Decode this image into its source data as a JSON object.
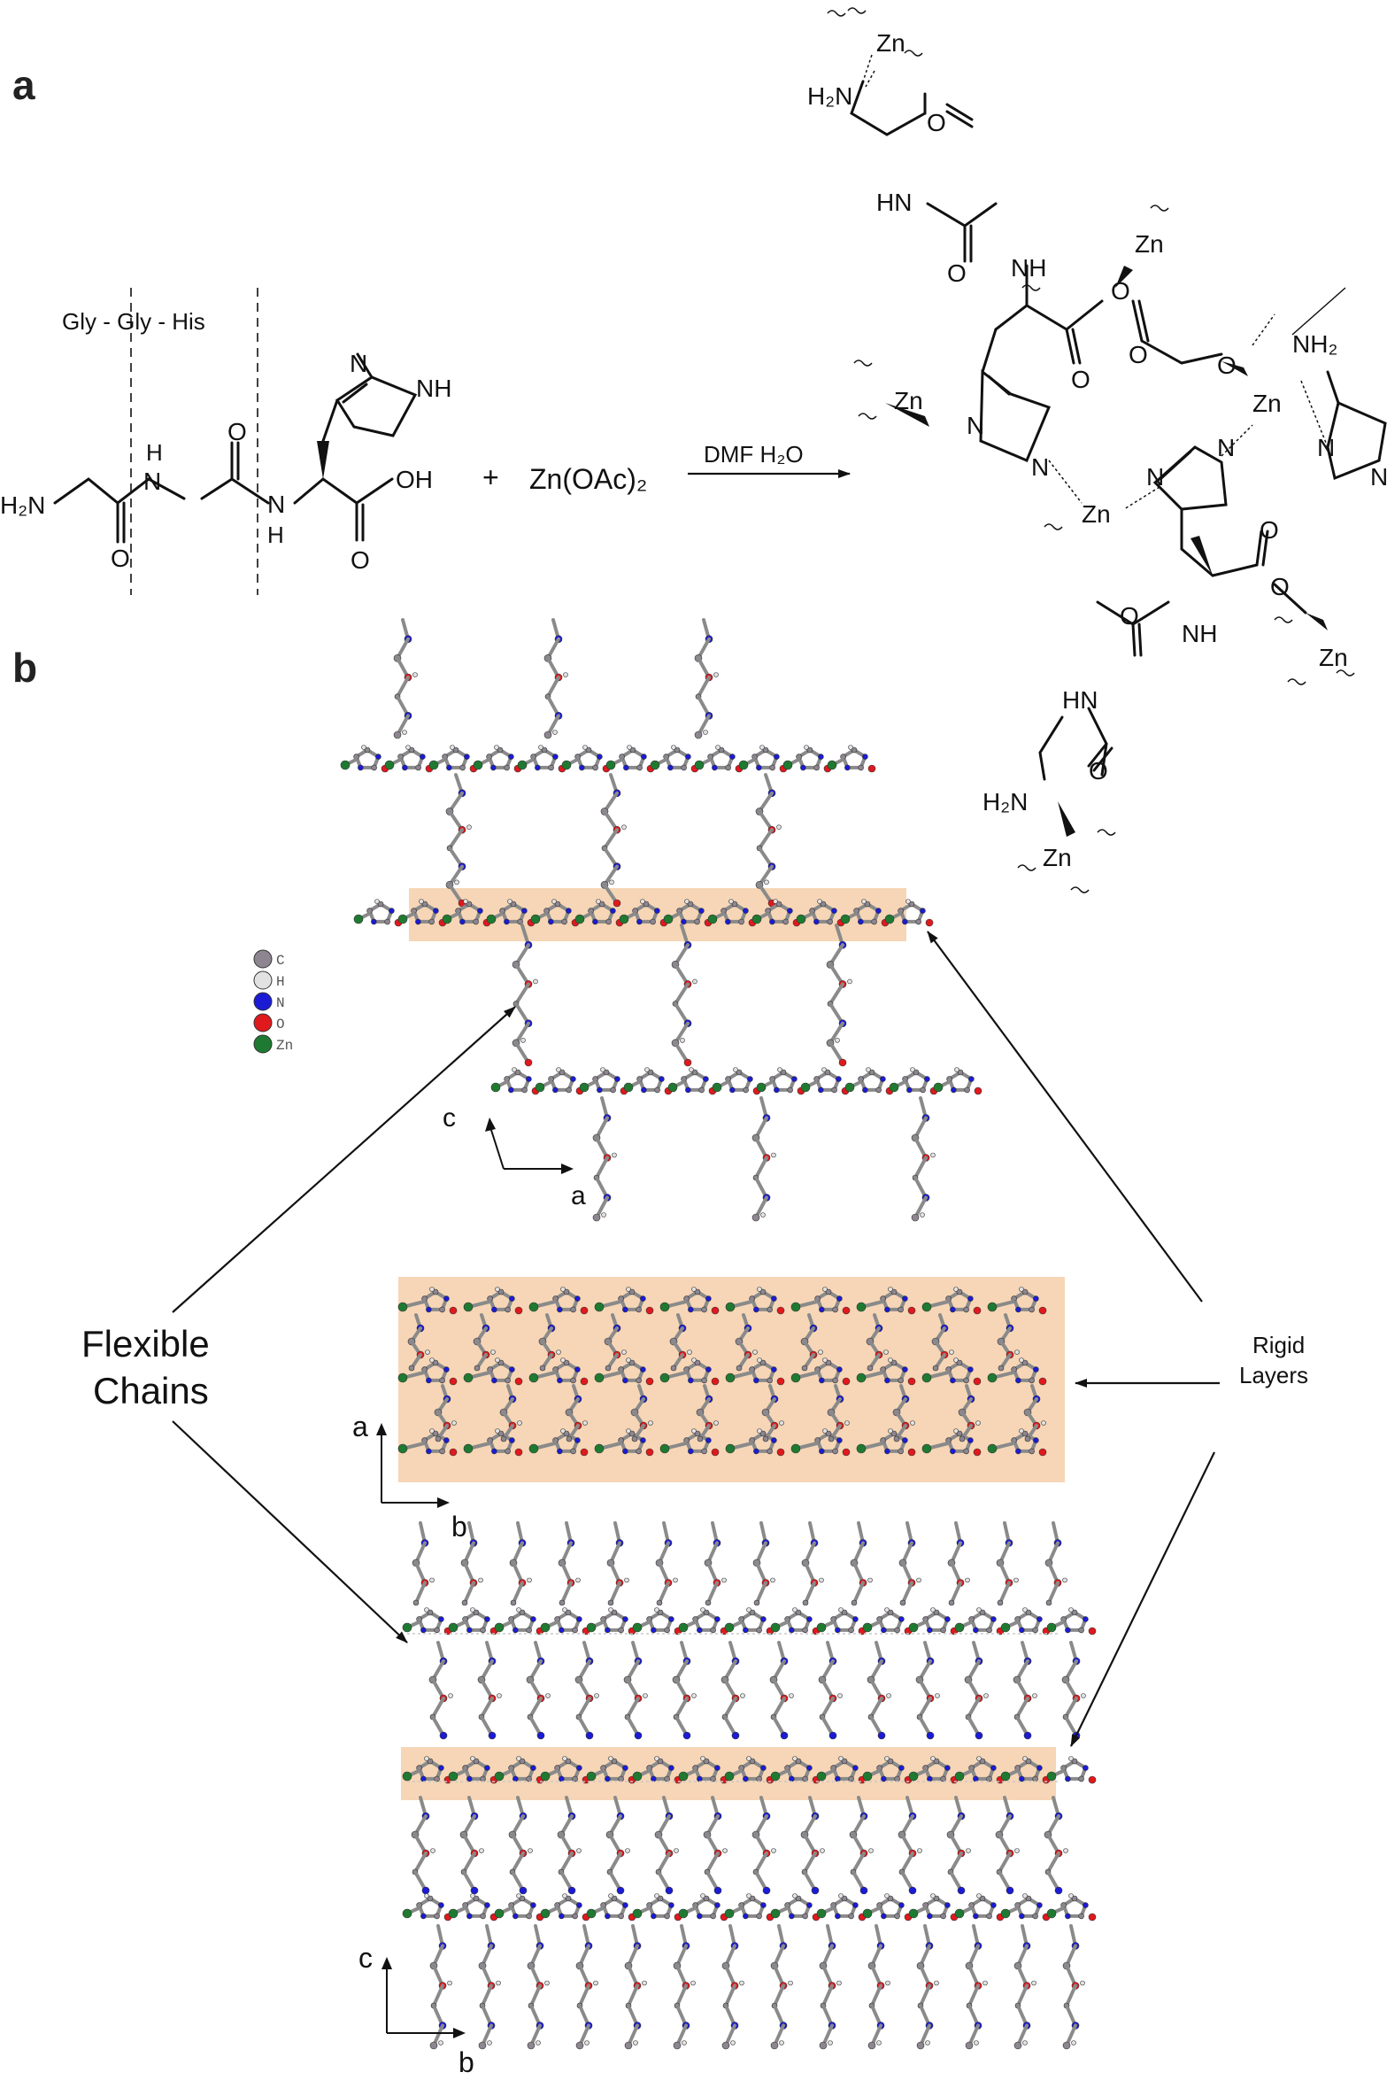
{
  "panel_a": {
    "label": "a",
    "sequence_label": "Gly - Gly - His",
    "plus": "+",
    "reagent": "Zn(OAc)₂",
    "conditions": "DMF  H₂O",
    "reactant_atoms": {
      "h2n": "H₂N",
      "o1": "O",
      "nh_h": "H",
      "nh_n": "N",
      "o2": "O",
      "n2": "N",
      "n2_h": "H",
      "imid_n": "N",
      "imid_nh": "NH",
      "o3": "O",
      "oh": "OH"
    },
    "product_atoms": {
      "zn": "Zn",
      "h2n": "H₂N",
      "nh2": "NH₂",
      "o": "O",
      "n": "N",
      "hn": "HN",
      "nh": "NH"
    }
  },
  "panel_b": {
    "label": "b",
    "legend": [
      {
        "element": "C",
        "color": "#8d8690"
      },
      {
        "element": "H",
        "color": "#e2e2e2"
      },
      {
        "element": "N",
        "color": "#1b1bd6"
      },
      {
        "element": "O",
        "color": "#e0191d"
      },
      {
        "element": "Zn",
        "color": "#1f7a31"
      }
    ],
    "flexible_label_line1": "Flexible",
    "flexible_label_line2": "Chains",
    "rigid_label_line1": "Rigid",
    "rigid_label_line2": "Layers",
    "axes_top": {
      "vertical": "c",
      "horizontal": "a"
    },
    "axes_middle": {
      "vertical": "a",
      "horizontal": "b"
    },
    "axes_bottom": {
      "vertical": "c",
      "horizontal": "b"
    },
    "band_color": "#f4cfa9"
  }
}
